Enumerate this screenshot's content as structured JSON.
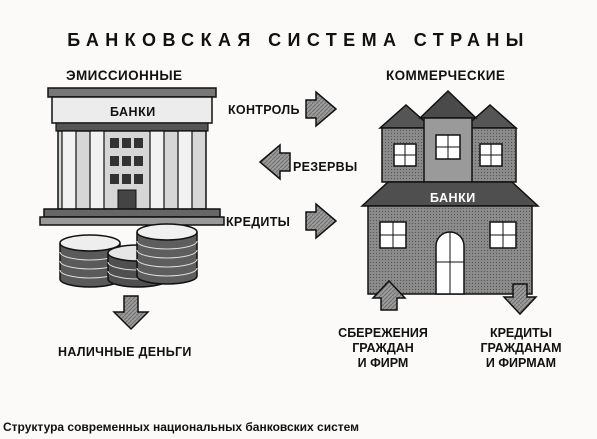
{
  "title": "БАНКОВСКАЯ СИСТЕМА СТРАНЫ",
  "left_header": "ЭМИССИОННЫЕ",
  "right_header": "КОММЕРЧЕСКИЕ",
  "central_bank_label": "БАНКИ",
  "commercial_bank_label": "БАНКИ",
  "flows": {
    "control": "КОНТРОЛЬ",
    "reserves": "РЕЗЕРВЫ",
    "credits": "КРЕДИТЫ"
  },
  "cash_label": "НАЛИЧНЫЕ ДЕНЬГИ",
  "savings": [
    "СБЕРЕЖЕНИЯ",
    "ГРАЖДАН",
    "И ФИРМ"
  ],
  "loans": [
    "КРЕДИТЫ",
    "ГРАЖДАНАМ",
    "И ФИРМАМ"
  ],
  "caption": "Структура современных  национальных банковских систем",
  "colors": {
    "ink": "#111111",
    "gray": "#8a8a8a",
    "dark_gray": "#4a4a4a",
    "paper": "#fbfaf8"
  }
}
